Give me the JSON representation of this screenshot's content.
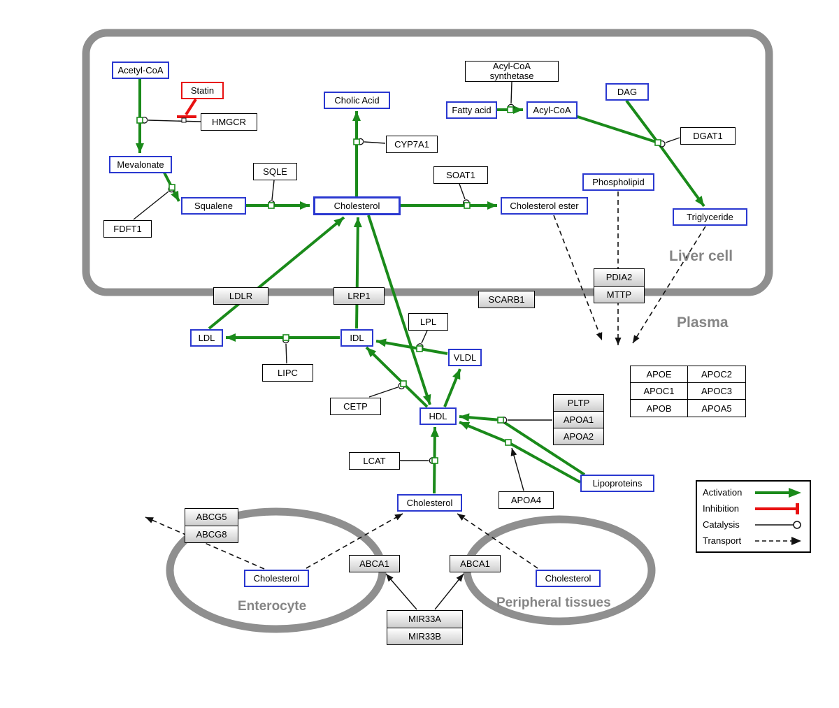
{
  "compartments": {
    "liver": "Liver cell",
    "plasma": "Plasma",
    "enterocyte": "Enterocyte",
    "peripheral": "Peripheral tissues"
  },
  "nodes": {
    "acetyl_coa": "Acetyl-CoA",
    "statin": "Statin",
    "hmgcr": "HMGCR",
    "mevalonate": "Mevalonate",
    "fdft1": "FDFT1",
    "squalene": "Squalene",
    "sqle": "SQLE",
    "cholic_acid": "Cholic Acid",
    "cyp7a1": "CYP7A1",
    "cholesterol_liver": "Cholesterol",
    "soat1": "SOAT1",
    "cholesterol_ester": "Cholesterol ester",
    "acyl_coa_synthetase_l1": "Acyl-CoA",
    "acyl_coa_synthetase_l2": "synthetase",
    "fatty_acid": "Fatty acid",
    "acyl_coa": "Acyl-CoA",
    "dag": "DAG",
    "dgat1": "DGAT1",
    "phospholipid": "Phospholipid",
    "triglyceride": "Triglyceride",
    "ldlr": "LDLR",
    "lrp1": "LRP1",
    "scarb1": "SCARB1",
    "pdia2": "PDIA2",
    "mttp": "MTTP",
    "ldl": "LDL",
    "idl": "IDL",
    "lipc": "LIPC",
    "lpl": "LPL",
    "vldl": "VLDL",
    "cetp": "CETP",
    "hdl": "HDL",
    "lcat": "LCAT",
    "pltp": "PLTP",
    "apoa1": "APOA1",
    "apoa2": "APOA2",
    "apoa4": "APOA4",
    "lipoproteins": "Lipoproteins",
    "apo_table": [
      [
        "APOE",
        "APOC2"
      ],
      [
        "APOC1",
        "APOC3"
      ],
      [
        "APOB",
        "APOA5"
      ]
    ],
    "cholesterol_plasma": "Cholesterol",
    "abcg5": "ABCG5",
    "abcg8": "ABCG8",
    "cholesterol_enterocyte": "Cholesterol",
    "abca1_enterocyte": "ABCA1",
    "abca1_peripheral": "ABCA1",
    "cholesterol_peripheral": "Cholesterol",
    "mir33a": "MIR33A",
    "mir33b": "MIR33B"
  },
  "legend": {
    "activation": "Activation",
    "inhibition": "Inhibition",
    "catalysis": "Catalysis",
    "transport": "Transport"
  },
  "colors": {
    "activation": "#1a8a1a",
    "inhibition": "#e81111",
    "metabolite_border": "#2a38d0",
    "compartment": "#8f8f8f"
  },
  "relations": [
    {
      "from": "Acetyl-CoA",
      "to": "Mevalonate",
      "type": "conversion",
      "catalyst": "HMGCR"
    },
    {
      "from": "Statin",
      "to": "HMGCR",
      "type": "inhibition"
    },
    {
      "from": "Mevalonate",
      "to": "Squalene",
      "type": "conversion",
      "catalyst": "FDFT1"
    },
    {
      "from": "Squalene",
      "to": "Cholesterol",
      "type": "conversion",
      "catalyst": "SQLE"
    },
    {
      "from": "Cholesterol",
      "to": "Cholic Acid",
      "type": "conversion",
      "catalyst": "CYP7A1"
    },
    {
      "from": "Cholesterol",
      "to": "Cholesterol ester",
      "type": "conversion",
      "catalyst": "SOAT1"
    },
    {
      "from": "Fatty acid",
      "to": "Acyl-CoA",
      "type": "conversion",
      "catalyst": "Acyl-CoA synthetase"
    },
    {
      "from": "Acyl-CoA",
      "to": "Triglyceride",
      "type": "conversion",
      "catalyst": "DGAT1"
    },
    {
      "from": "DAG",
      "to": "Triglyceride",
      "type": "conversion",
      "catalyst": "DGAT1"
    },
    {
      "from": "LDL",
      "to": "Cholesterol",
      "type": "activation",
      "via": "LDLR"
    },
    {
      "from": "IDL",
      "to": "Cholesterol",
      "type": "activation",
      "via": "LRP1"
    },
    {
      "from": "Cholesterol",
      "to": "HDL",
      "type": "activation"
    },
    {
      "from": "IDL",
      "to": "LDL",
      "type": "conversion",
      "catalyst": "LIPC"
    },
    {
      "from": "VLDL",
      "to": "IDL",
      "type": "conversion",
      "catalyst": "LPL"
    },
    {
      "from": "HDL",
      "to": "IDL",
      "type": "conversion",
      "catalyst": "CETP"
    },
    {
      "from": "HDL",
      "to": "VLDL",
      "type": "activation"
    },
    {
      "from": "Cholesterol (plasma)",
      "to": "HDL",
      "type": "conversion",
      "catalyst": "LCAT"
    },
    {
      "from": "Lipoproteins",
      "to": "HDL",
      "type": "conversion",
      "catalyst": "PLTP/APOA1/APOA2"
    },
    {
      "from": "Lipoproteins",
      "to": "HDL",
      "type": "conversion",
      "catalyst": "APOA4"
    },
    {
      "from": "Cholesterol ester",
      "to": "Plasma",
      "type": "transport"
    },
    {
      "from": "Phospholipid",
      "to": "Plasma",
      "type": "transport",
      "via": "PDIA2/MTTP"
    },
    {
      "from": "Triglyceride",
      "to": "Plasma",
      "type": "transport"
    },
    {
      "from": "Cholesterol (enterocyte)",
      "type": "transport",
      "via": "ABCG5/ABCG8"
    },
    {
      "from": "Cholesterol (enterocyte)",
      "to": "Cholesterol (plasma)",
      "type": "transport",
      "via": "ABCA1"
    },
    {
      "from": "Cholesterol (peripheral tissues)",
      "to": "Cholesterol (plasma)",
      "type": "transport",
      "via": "ABCA1"
    },
    {
      "from": "MIR33A/MIR33B",
      "to": "ABCA1 (enterocyte)",
      "type": "arrow"
    },
    {
      "from": "MIR33A/MIR33B",
      "to": "ABCA1 (peripheral)",
      "type": "arrow"
    }
  ]
}
